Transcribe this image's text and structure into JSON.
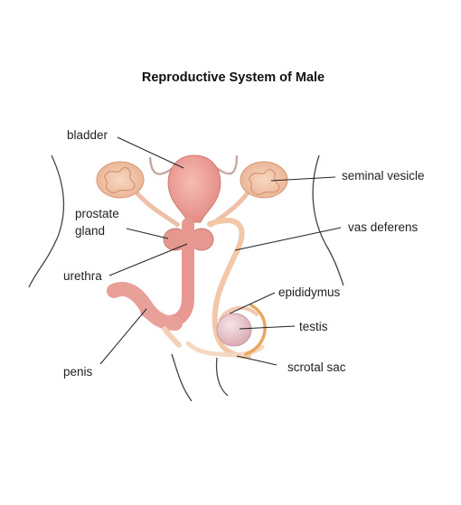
{
  "title": "Reproductive System of Male",
  "labels": {
    "bladder": "bladder",
    "prostate_line1": "prostate",
    "prostate_line2": "gland",
    "urethra": "urethra",
    "penis": "penis",
    "seminal_vesicle": "seminal vesicle",
    "vas_deferens": "vas deferens",
    "epididymus": "epididymus",
    "testis": "testis",
    "scrotal_sac": "scrotal sac"
  },
  "colors": {
    "organ": "#eca29a",
    "organ_dark": "#d98078",
    "vesicle": "#f2c4a8",
    "tube": "#f4d0b4",
    "testis": "#e8c6cc",
    "scrotum_arc": "#e8a860",
    "body_outline": "#444444"
  }
}
